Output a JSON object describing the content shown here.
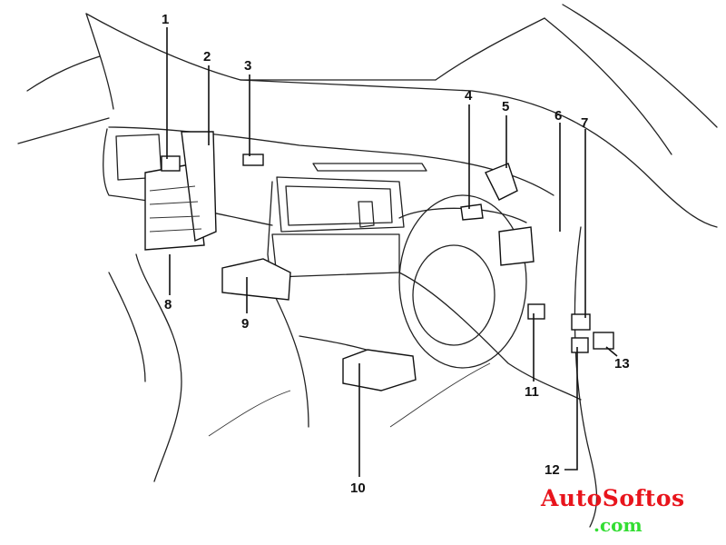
{
  "diagram": {
    "subject": "Dashboard component location diagram",
    "callouts": [
      {
        "id": "1",
        "label": "1"
      },
      {
        "id": "2",
        "label": "2"
      },
      {
        "id": "3",
        "label": "3"
      },
      {
        "id": "4",
        "label": "4"
      },
      {
        "id": "5",
        "label": "5"
      },
      {
        "id": "6",
        "label": "6"
      },
      {
        "id": "7",
        "label": "7"
      },
      {
        "id": "8",
        "label": "8"
      },
      {
        "id": "9",
        "label": "9"
      },
      {
        "id": "10",
        "label": "10"
      },
      {
        "id": "11",
        "label": "11"
      },
      {
        "id": "12",
        "label": "12"
      },
      {
        "id": "13",
        "label": "13"
      }
    ]
  },
  "watermark": {
    "line1": "AutoSoftos",
    "line2": ".com",
    "color1": "#e8141c",
    "color2": "#33dd33"
  }
}
